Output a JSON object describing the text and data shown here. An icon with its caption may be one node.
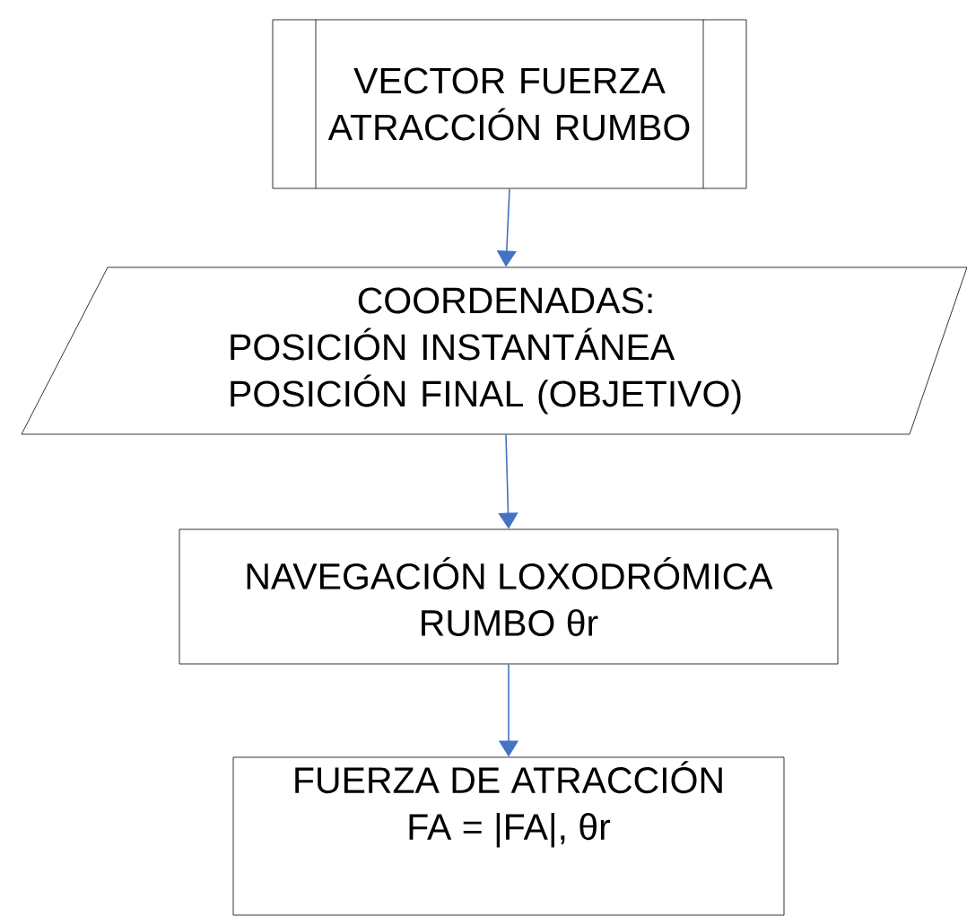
{
  "diagram": {
    "nodes": [
      {
        "text": [
          "VECTOR FUERZA ATRACCIÓN RUMBO"
        ]
      },
      {
        "text": [
          "COORDENADAS:",
          "POSICIÓN INSTANTÁNEA",
          "POSICIÓN FINAL (OBJETIVO)"
        ]
      },
      {
        "text": [
          "NAVEGACIÓN LOXODRÓMICA",
          "RUMBO θr"
        ]
      },
      {
        "text": [
          "FUERZA DE ATRACCIÓN",
          "FA = |FA|, θr"
        ]
      }
    ],
    "edges": [
      {
        "from": 0,
        "to": 1,
        "arrow": "to",
        "color": "#4472c4"
      },
      {
        "from": 1,
        "to": 2,
        "arrow": "to",
        "color": "#4472c4"
      },
      {
        "from": 2,
        "to": 3,
        "arrow": "to",
        "color": "#4472c4"
      }
    ]
  }
}
